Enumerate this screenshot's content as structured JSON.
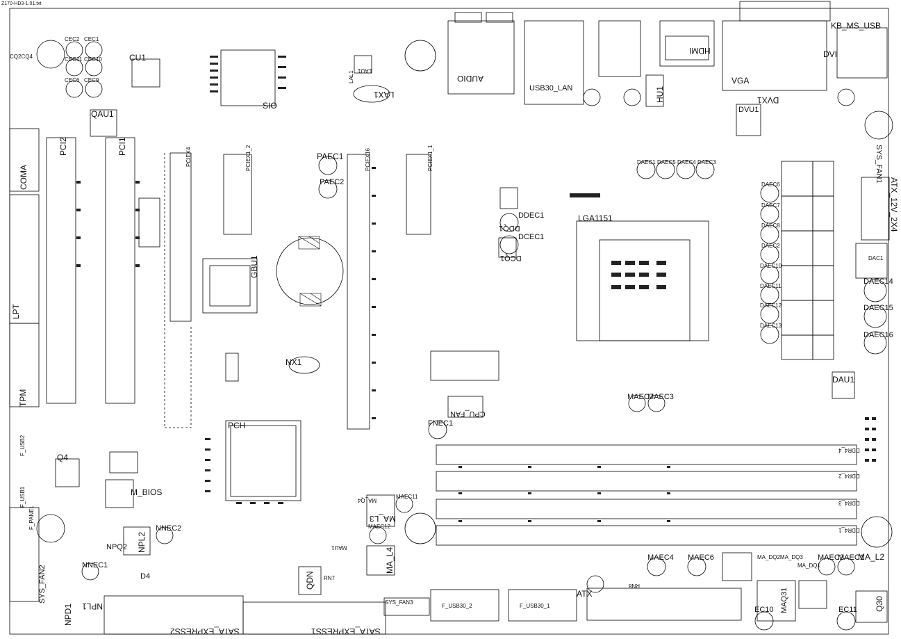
{
  "file_title": "Z170-HD3-1.01.txt",
  "labels": {
    "kb_ms_usb": "KB_MS_USB",
    "audio": "AUDIO",
    "usb30_lan": "USB30_LAN",
    "hdmi": "HDMI",
    "vga": "VGA",
    "dvi": "DVI",
    "dvx1": "DVX1",
    "dvu1": "DVU1",
    "hu1": "HU1",
    "sio": "SIO",
    "lax1": "LAX1",
    "cu1": "CU1",
    "qau1": "QAU1",
    "pci2": "PCI2",
    "pci1": "PCI1",
    "coma": "COMA",
    "lpt": "LPT",
    "tpm": "TPM",
    "q4": "Q4",
    "m_bios": "M_BIOS",
    "npq2": "NPQ2",
    "npl2": "NPL2",
    "npl1": "NPL1",
    "npd1": "NPD1",
    "nnec2": "NNEC2",
    "nnec1": "NNEC1",
    "d4": "D4",
    "sys_fan2": "SYS_FAN2",
    "sata_express2": "SATA_EXPRESS2",
    "sata_express1": "SATA_EXPRESS1",
    "sys_fan3": "SYS_FAN3",
    "gbu1": "GBU1",
    "paec1": "PAEC1",
    "paec2": "PAEC2",
    "nx1": "NX1",
    "pch": "PCH",
    "qdn": "QDN",
    "lga1151": "LGA1151",
    "ddq1": "DDQ1",
    "ddec1": "DDEC1",
    "dcec1": "DCEC1",
    "dcq1": "DCQ1",
    "cpu_fan": "CPU_FAN",
    "fnec1": "FNEC1",
    "maec7": "MAEC7",
    "maec3": "MAEC3",
    "maec11": "MAEC11",
    "maec12": "MAEC12",
    "ma_l3": "MA_L3",
    "ma_l4": "MA_L4",
    "maec4": "MAEC4",
    "maec6": "MAEC6",
    "maec2": "MAEC2",
    "maec1": "MAEC1",
    "ma_l2": "MA_L2",
    "atx": "ATX",
    "ec10": "EC10",
    "ec11": "EC11",
    "q30": "Q30",
    "maq31": "MAQ31",
    "sys_fan1": "SYS_FAN1",
    "atx_12v_2x4": "ATX_12V_2X4",
    "dau1": "DAU1",
    "daec1": "DAEC1",
    "daec5": "DAEC5",
    "daec4": "DAEC4",
    "daec3": "DAEC3",
    "daec6": "DAEC6",
    "daec7": "DAEC7",
    "daec8": "DAEC8",
    "daec2": "DAEC2",
    "daec10": "DAEC10",
    "daec11": "DAEC11",
    "daec12": "DAEC12",
    "daec13": "DAEC13",
    "daec14": "DAEC14",
    "daec15": "DAEC15",
    "daec16": "DAEC16",
    "cec2": "CEC2",
    "cec1": "CEC1",
    "cec11": "CEC11",
    "cec10": "CEC10",
    "cec6": "CEC6",
    "cec9": "CEC9",
    "cq_cq4": "CQ2CQ4",
    "pciex4": "PCIEX4",
    "pciex1_2": "PCIEX1_2",
    "pciex16": "PCIEX16",
    "pciex1_1": "PCIEX1_1",
    "ddr4_1": "DDR4_1",
    "ddr4_2": "DDR4_2",
    "ddr4_3": "DDR4_3",
    "ddr4_4": "DDR4_4",
    "f_panel": "F_PANEL",
    "f_usb1": "F_USB1",
    "f_usb2": "F_USB2",
    "f_usb30_1": "F_USB30_1",
    "f_usb30_2": "F_USB30_2",
    "dual_bios": "MA_DQ2MA_DQ3",
    "madq1": "MA_DQ1",
    "lau1": "LAU1",
    "lal1": "LAL1",
    "ma_q4": "MA_Q4",
    "mau1": "MAU1",
    "rn7": "RN7",
    "rn8": "RN8",
    "dac1": "DAC1"
  },
  "colors": {
    "ink": "#111111",
    "pad": "#222222",
    "outline": "#000000",
    "background": "#ffffff"
  }
}
